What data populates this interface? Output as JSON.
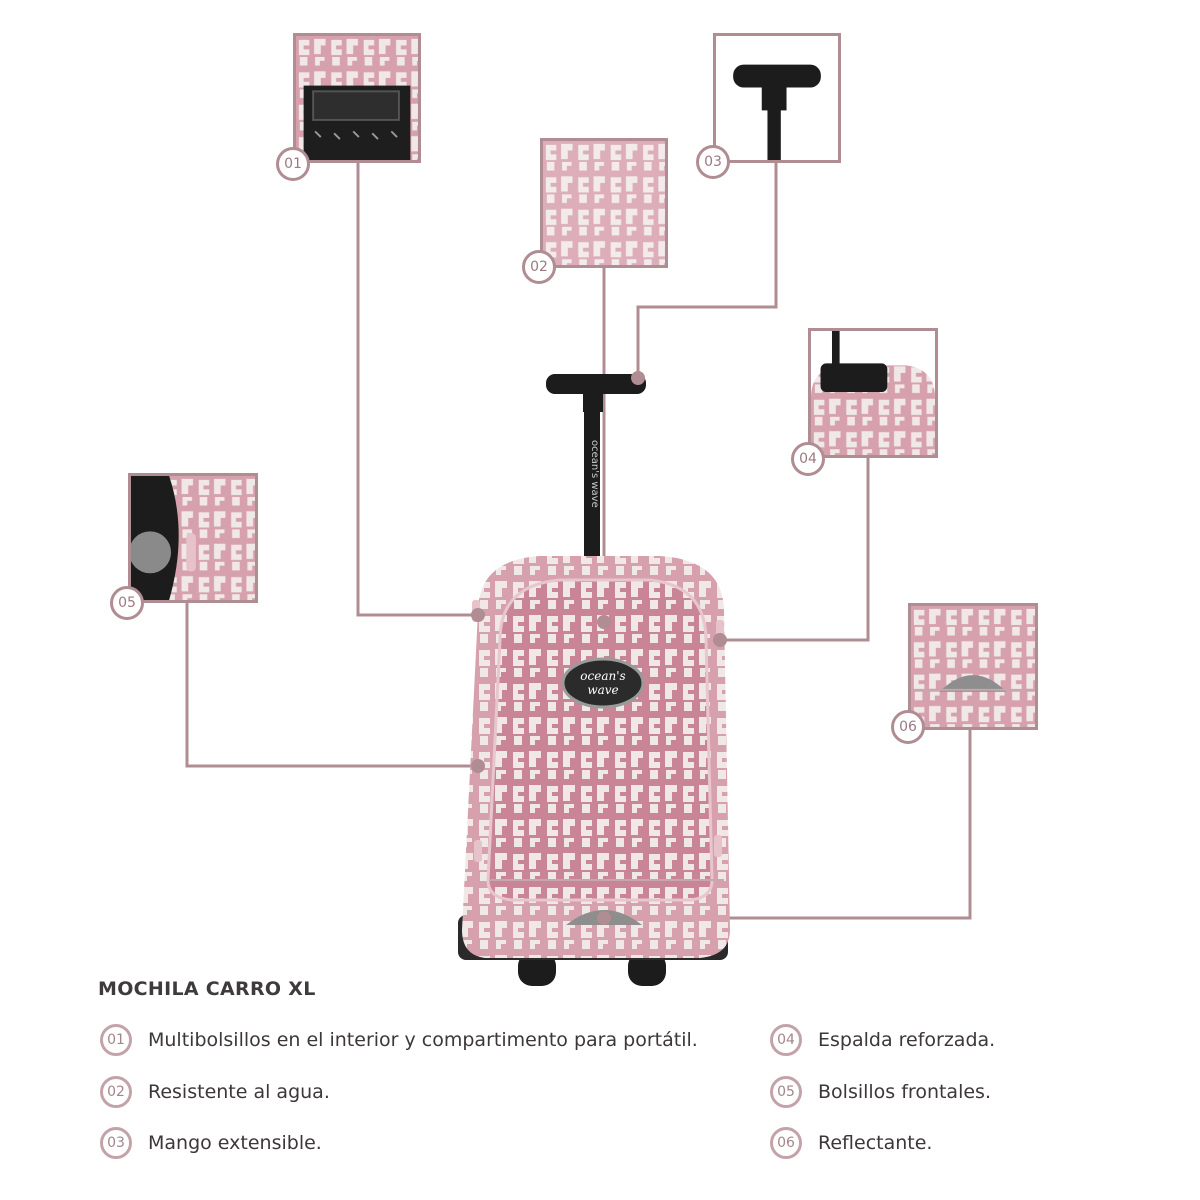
{
  "product": {
    "title": "MOCHILA CARRO XL",
    "brand_logo": "Ocean's Wave"
  },
  "callouts": [
    {
      "number": "01"
    },
    {
      "number": "02"
    },
    {
      "number": "03"
    },
    {
      "number": "04"
    },
    {
      "number": "05"
    },
    {
      "number": "06"
    }
  ],
  "features": [
    {
      "number": "01",
      "text": "Multibolsillos en el interior y compartimento para portátil."
    },
    {
      "number": "02",
      "text": "Resistente al agua."
    },
    {
      "number": "03",
      "text": "Mango extensible."
    },
    {
      "number": "04",
      "text": "Espalda reforzada."
    },
    {
      "number": "05",
      "text": "Bolsillos frontales."
    },
    {
      "number": "06",
      "text": "Reflectante."
    }
  ],
  "colors": {
    "accent_line": "#b08c93",
    "pattern_pink": "#d9a3b0",
    "pattern_light": "#efe6e6",
    "handle_black": "#1c1c1c"
  }
}
